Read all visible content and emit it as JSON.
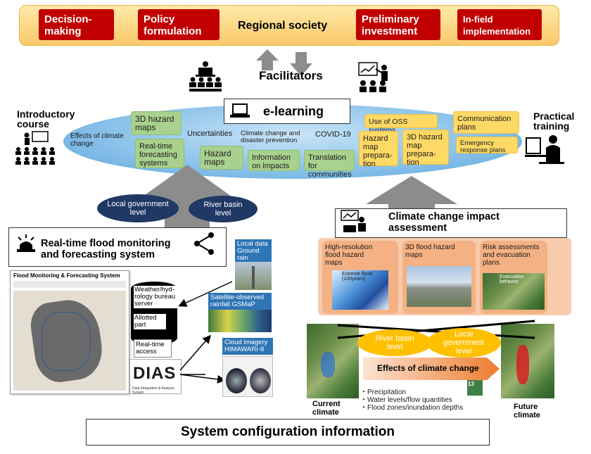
{
  "top_bar": {
    "items": [
      "Decision-\nmaking",
      "Policy\nformulation",
      "Regional society",
      "Preliminary\ninvestment",
      "In-field\nimplementation"
    ]
  },
  "facilitators": "Facilitators",
  "elearning": "e-learning",
  "introductory": "Introductory\ncourse",
  "practical": "Practical\ntraining",
  "green_items": {
    "hazard3d": "3D hazard\nmaps",
    "realtime": "Real-time\nforecasting\nsystems",
    "hazard": "Hazard\nmaps",
    "info": "Information\non impacts",
    "translation": "Translation for\ncommunities"
  },
  "plain_items": {
    "effects": "Effects of climate\nchange",
    "uncertainties": "Uncertainties",
    "ccdp": "Climate change and\ndisaster prevention",
    "covid": "COVID-19"
  },
  "orange_items": {
    "oss": "Use of OSS systems",
    "hmprep": "Hazard\nmap\nprepara-\ntion",
    "hm3dprep": "3D hazard\nmap\nprepara-\ntion",
    "comm": "Communication\nplans",
    "emergency": "Emergency\nresponse plans"
  },
  "ovals_left": {
    "local": "Local government\nlevel",
    "river": "River basin\nlevel"
  },
  "monitoring": {
    "title": "Real-time flood monitoring\nand forecasting system",
    "screen_title": "Flood Monitoring & Forecasting System",
    "weather": "Weather/hyd-\nrology bureau\nserver",
    "allotted": "Allotted\npart",
    "access": "Real-time\naccess",
    "dias": "DIAS",
    "dias_sub": "Data Integration & Analysis System",
    "local_data": "Local data\nGround rain\ngauge",
    "satellite": "Satellite-observed\nrainfall GSMaP",
    "cloud": "Cloud imagery\nHIMAWARI-8"
  },
  "impact": {
    "title": "Climate change impact\nassessment",
    "card1": "High-resolution\nflood hazard\nmaps",
    "card1_sub": "Extreme flood\n(100years)",
    "card2": "3D flood hazard\nmaps",
    "card3": "Risk assessments\nand evacuation\nplans",
    "card3_sub": "Evacuation\nbehavior",
    "river": "River basin\nlevel",
    "local": "Local\ngovernment\nlevel",
    "effects": "Effects of climate change",
    "bullets": [
      "・Precipitation",
      "・Water levels/flow quantities",
      "・Flood zones/inundation depths"
    ],
    "current": "Current\nclimate",
    "future": "Future\nclimate",
    "sdg": "13"
  },
  "bottom": "System configuration information"
}
